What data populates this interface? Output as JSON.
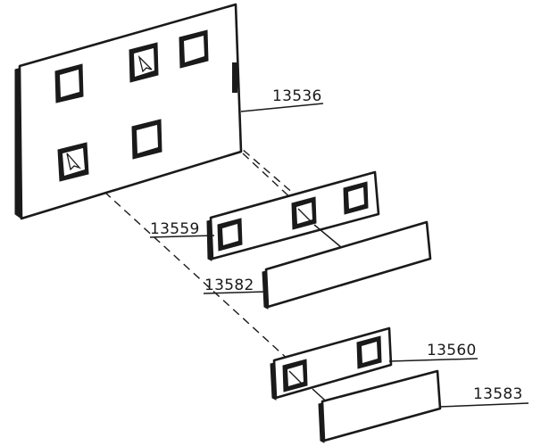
{
  "diagram": {
    "labels": {
      "panel": "13536",
      "upper_frame": "13559",
      "upper_strip": "13582",
      "lower_frame": "13560",
      "lower_strip": "13583"
    }
  }
}
